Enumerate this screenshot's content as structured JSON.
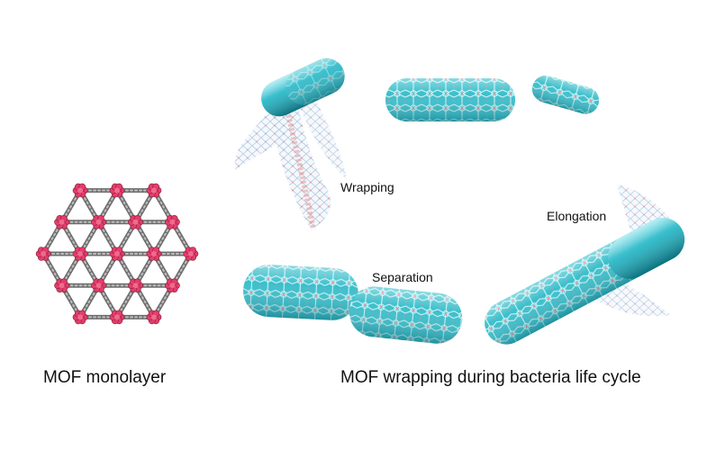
{
  "labels": {
    "wrapping": "Wrapping",
    "elongation": "Elongation",
    "separation": "Separation",
    "monolayer": "MOF monolayer",
    "cycle": "MOF wrapping during bacteria life cycle"
  },
  "colors": {
    "cyan": "#22b6c4",
    "cyan_light": "#8ee3ea",
    "cyan_dark": "#0f8898",
    "node_pink": "#e33d6b",
    "linker_gray": "#6e6e6e",
    "sheet_blue": "#b9cfe6",
    "sheet_pink": "#e59a9a"
  }
}
